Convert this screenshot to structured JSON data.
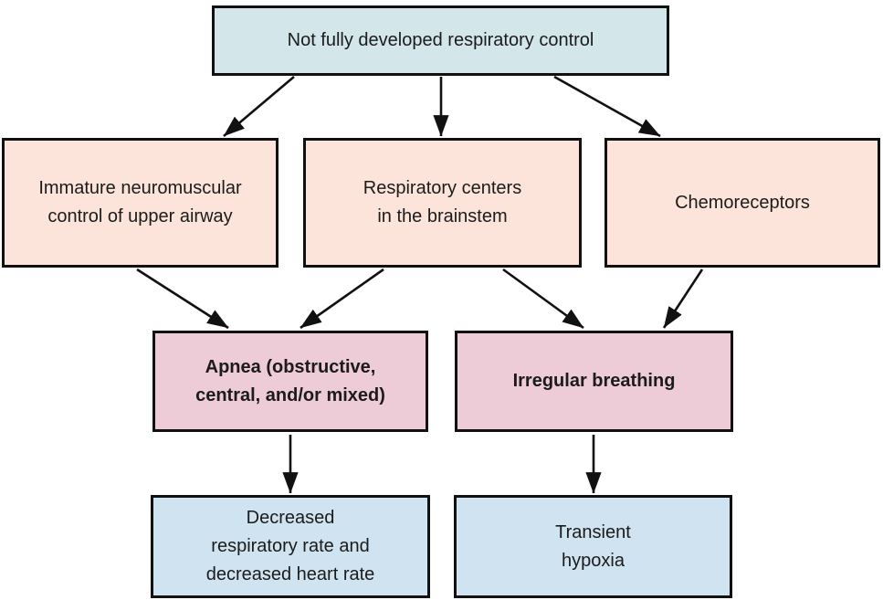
{
  "diagram": {
    "title": "Not fully developed respiratory control flowchart",
    "palette": {
      "root_fill": "#d3e7ea",
      "cause_fill": "#fce4db",
      "event_fill": "#eeccd7",
      "result_fill": "#cfe3f1",
      "border_color": "#111111",
      "arrow_color": "#111111",
      "text_color": "#1b1b1b"
    },
    "nodes": [
      {
        "id": "not-fully-developed-respiratory-control",
        "label": "Not fully developed respiratory control",
        "fill": "#d3e7ea",
        "bold": false
      },
      {
        "id": "immature-neuromuscular-control",
        "label": "Immature neuromuscular\ncontrol of upper airway",
        "fill": "#fce4db",
        "bold": false
      },
      {
        "id": "respiratory-centers-brainstem",
        "label": "Respiratory centers\nin the brainstem",
        "fill": "#fce4db",
        "bold": false
      },
      {
        "id": "chemoreceptors",
        "label": "Chemoreceptors",
        "fill": "#fce4db",
        "bold": false
      },
      {
        "id": "apnea",
        "label": "Apnea (obstructive,\ncentral, and/or mixed)",
        "fill": "#eeccd7",
        "bold": true
      },
      {
        "id": "irregular-breathing",
        "label": "Irregular breathing",
        "fill": "#eeccd7",
        "bold": true
      },
      {
        "id": "decreased-rates",
        "label": "Decreased\nrespiratory rate and\ndecreased heart rate",
        "fill": "#cfe3f1",
        "bold": false
      },
      {
        "id": "transient-hypoxia",
        "label": "Transient\nhypoxia",
        "fill": "#cfe3f1",
        "bold": false
      }
    ],
    "edges": [
      {
        "from": "not-fully-developed-respiratory-control",
        "to": "immature-neuromuscular-control"
      },
      {
        "from": "not-fully-developed-respiratory-control",
        "to": "respiratory-centers-brainstem"
      },
      {
        "from": "not-fully-developed-respiratory-control",
        "to": "chemoreceptors"
      },
      {
        "from": "immature-neuromuscular-control",
        "to": "apnea"
      },
      {
        "from": "respiratory-centers-brainstem",
        "to": "apnea"
      },
      {
        "from": "respiratory-centers-brainstem",
        "to": "irregular-breathing"
      },
      {
        "from": "chemoreceptors",
        "to": "irregular-breathing"
      },
      {
        "from": "apnea",
        "to": "decreased-rates"
      },
      {
        "from": "irregular-breathing",
        "to": "transient-hypoxia"
      }
    ]
  }
}
